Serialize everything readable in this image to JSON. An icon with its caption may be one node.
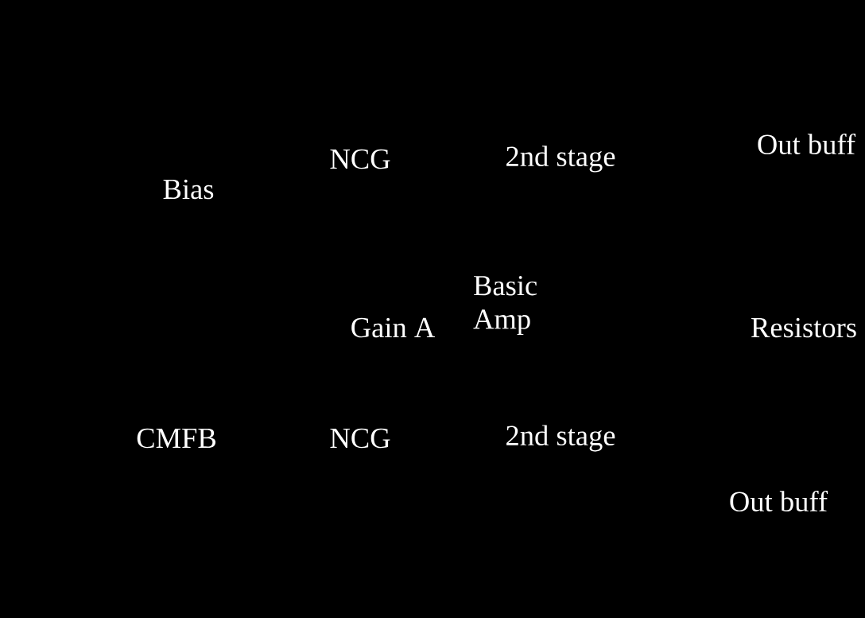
{
  "diagram": {
    "labels": [
      "Out buff",
      "NCG",
      "2nd stage",
      "Bias",
      "Basic Amp",
      "Gain A",
      "Resistors",
      "CMFB",
      "NCG",
      "2nd stage",
      "Out buff"
    ]
  }
}
